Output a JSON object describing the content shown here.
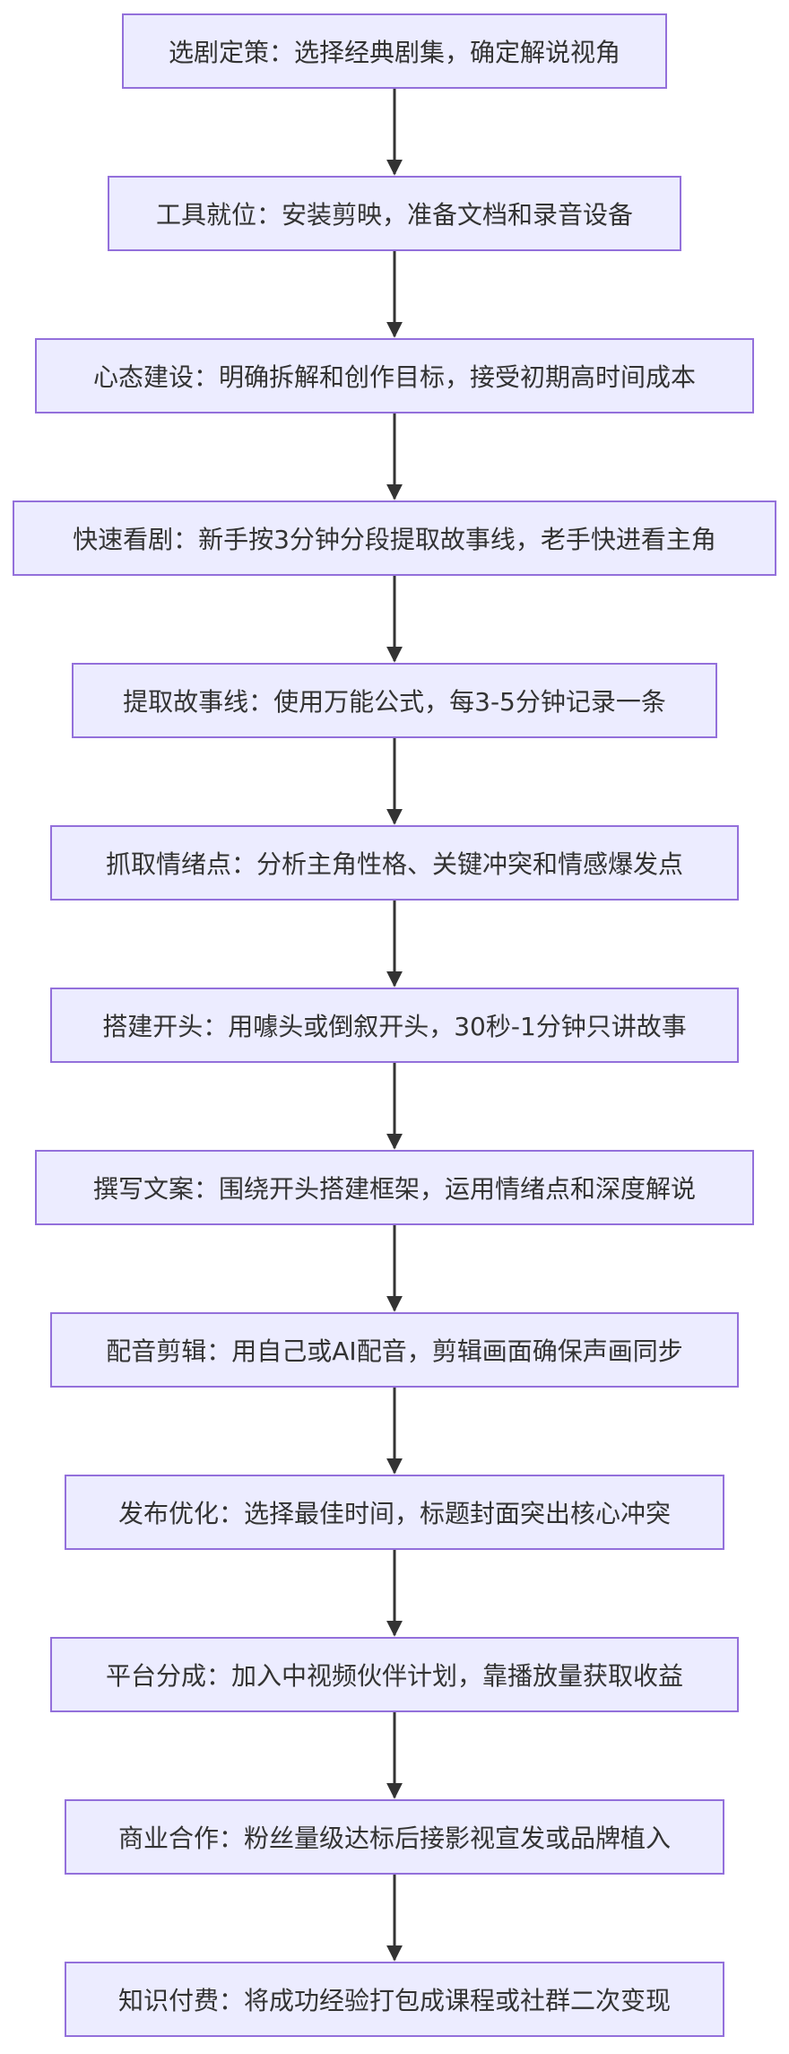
{
  "nodes": [
    {
      "label": "选剧定策：选择经典剧集，确定解说视角"
    },
    {
      "label": "工具就位：安装剪映，准备文档和录音设备"
    },
    {
      "label": "心态建设：明确拆解和创作目标，接受初期高时间成本"
    },
    {
      "label": "快速看剧：新手按3分钟分段提取故事线，老手快进看主角"
    },
    {
      "label": "提取故事线：使用万能公式，每3-5分钟记录一条"
    },
    {
      "label": "抓取情绪点：分析主角性格、关键冲突和情感爆发点"
    },
    {
      "label": "搭建开头：用噱头或倒叙开头，30秒-1分钟只讲故事"
    },
    {
      "label": "撰写文案：围绕开头搭建框架，运用情绪点和深度解说"
    },
    {
      "label": "配音剪辑：用自己或AI配音，剪辑画面确保声画同步"
    },
    {
      "label": "发布优化：选择最佳时间，标题封面突出核心冲突"
    },
    {
      "label": "平台分成：加入中视频伙伴计划，靠播放量获取收益"
    },
    {
      "label": "商业合作：粉丝量级达标后接影视宣发或品牌植入"
    },
    {
      "label": "知识付费：将成功经验打包成课程或社群二次变现"
    }
  ],
  "colors": {
    "node_fill": "#ececff",
    "node_border": "#9370db",
    "text": "#333333",
    "edge": "#333333"
  }
}
